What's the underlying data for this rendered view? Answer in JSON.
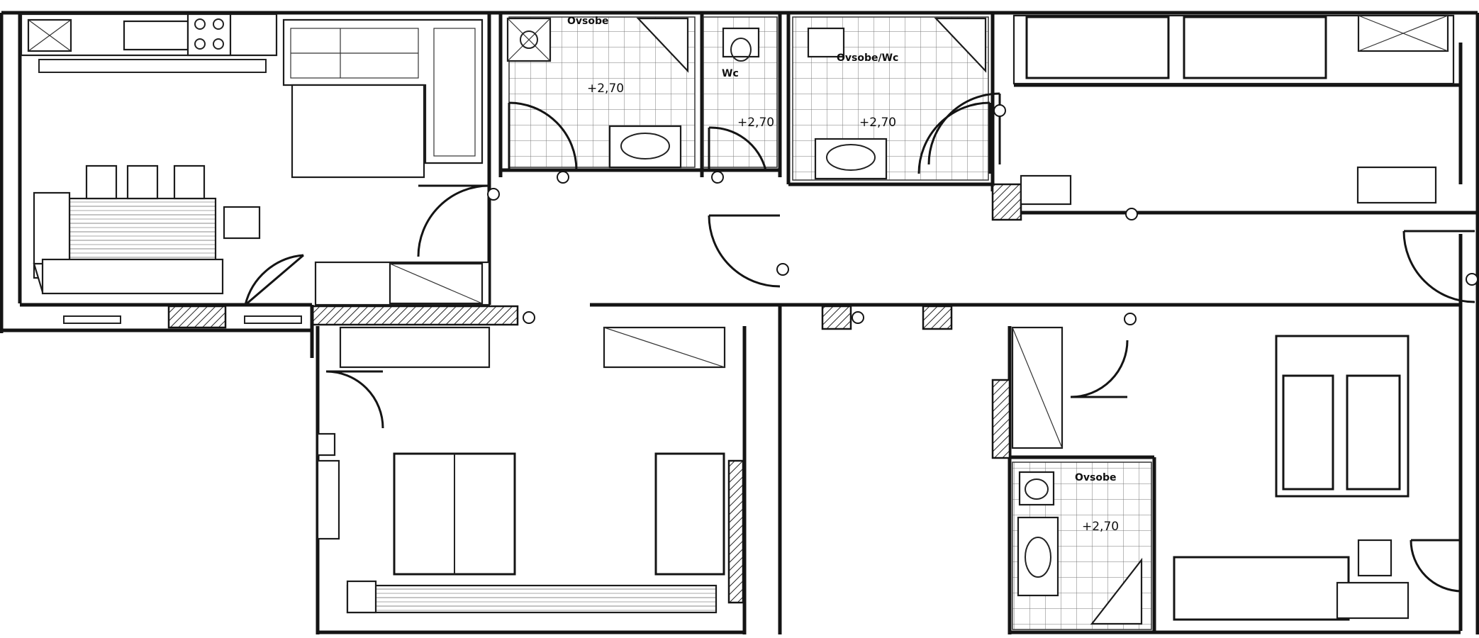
{
  "rooms": {
    "bath_top_left": {
      "label": "Ovsobe",
      "level": "+2,70"
    },
    "wc_top": {
      "label": "Wc",
      "level": "+2,70"
    },
    "bath_top_right": {
      "label": "Ovsobe/Wc",
      "level": "+2,70"
    },
    "bath_bottom_right": {
      "label": "Ovsobe",
      "level": "+2,70"
    }
  }
}
